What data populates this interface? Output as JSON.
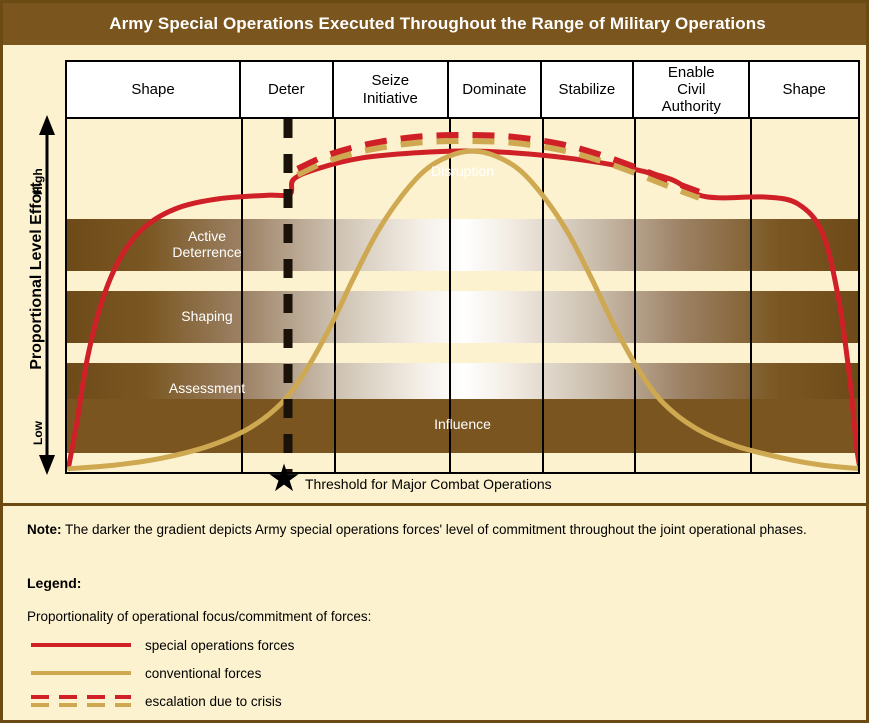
{
  "title": "Army Special Operations Executed Throughout the Range of Military Operations",
  "axis": {
    "y_title": "Proportional Level Effort",
    "y_high": "High",
    "y_low": "Low"
  },
  "threshold": {
    "star_glyph": "★",
    "caption": "Threshold for Major Combat Operations"
  },
  "note": {
    "label": "Note:",
    "text": " The darker the gradient depicts Army special operations forces' level of commitment throughout the joint operational phases."
  },
  "legend": {
    "heading": "Legend:",
    "subtitle": "Proportionality of operational focus/commitment of forces:",
    "items": [
      {
        "label": "special operations forces",
        "style": "solid-red",
        "color": "#cf2027"
      },
      {
        "label": "conventional forces",
        "style": "solid-tan",
        "color": "#cfa951"
      },
      {
        "label": "escalation due to crisis",
        "style": "dashed-red-tan",
        "color": "#cf2027"
      }
    ]
  },
  "colors": {
    "title_bar": "#7a551d",
    "page_bg": "#fdf2cf",
    "band_dark": "#7a5520",
    "sof_line": "#cf2027",
    "conventional_line": "#cfa951",
    "threshold_line": "#1a1208",
    "frame": "#6b4a14"
  },
  "chart_data": {
    "type": "line",
    "title": "Army Special Operations Executed Throughout the Range of Military Operations",
    "xlabel": "",
    "ylabel": "Proportional Level Effort",
    "ylim": [
      0,
      100
    ],
    "grid": false,
    "legend_position": "below-plot",
    "categories": [
      "Shape",
      "Deter",
      "Seize Initiative",
      "Dominate",
      "Stabilize",
      "Enable Civil Authority",
      "Shape"
    ],
    "category_bounds_pct": [
      [
        0.0,
        22.0
      ],
      [
        22.0,
        33.7
      ],
      [
        33.7,
        48.3
      ],
      [
        48.3,
        60.0
      ],
      [
        60.0,
        71.7
      ],
      [
        71.7,
        86.4
      ],
      [
        86.4,
        100.0
      ]
    ],
    "bands": [
      {
        "name": "Disruption",
        "label_shown": true,
        "gradient": "light-edges-dark-center",
        "y_pct": [
          10.5,
          25.0
        ]
      },
      {
        "name": "Active Deterrence",
        "label_shown": true,
        "gradient": "dark-edges-light-center",
        "y_pct": [
          31.0,
          45.5
        ]
      },
      {
        "name": "Shaping",
        "label_shown": true,
        "gradient": "dark-edges-light-center",
        "y_pct": [
          51.5,
          66.0
        ]
      },
      {
        "name": "Assessment",
        "label_shown": true,
        "gradient": "dark-edges-light-center",
        "y_pct": [
          72.0,
          86.5
        ]
      },
      {
        "name": "Influence",
        "label_shown": true,
        "gradient": "solid-dark",
        "y_pct": [
          78.0,
          93.0
        ]
      }
    ],
    "series": [
      {
        "name": "special operations forces",
        "color": "#cf2027",
        "style": "solid",
        "points_pct": [
          [
            0.2,
            2.0
          ],
          [
            1.2,
            14.0
          ],
          [
            2.6,
            33.0
          ],
          [
            4.6,
            50.0
          ],
          [
            7.0,
            62.0
          ],
          [
            10.0,
            70.0
          ],
          [
            14.0,
            75.0
          ],
          [
            19.0,
            77.5
          ],
          [
            25.0,
            78.5
          ],
          [
            28.0,
            78.8
          ],
          [
            28.5,
            83.0
          ],
          [
            31.5,
            86.0
          ],
          [
            37.0,
            89.0
          ],
          [
            44.0,
            90.5
          ],
          [
            50.0,
            91.0
          ],
          [
            56.0,
            90.5
          ],
          [
            63.0,
            89.0
          ],
          [
            70.0,
            86.5
          ],
          [
            76.0,
            83.0
          ],
          [
            79.0,
            79.0
          ],
          [
            82.0,
            77.8
          ],
          [
            88.0,
            78.0
          ],
          [
            92.0,
            76.0
          ],
          [
            95.0,
            68.0
          ],
          [
            97.0,
            50.0
          ],
          [
            98.4,
            28.0
          ],
          [
            99.3,
            8.0
          ],
          [
            99.8,
            1.0
          ]
        ]
      },
      {
        "name": "conventional forces",
        "color": "#cfa951",
        "style": "solid",
        "points_pct": [
          [
            0.3,
            1.5
          ],
          [
            6.0,
            2.5
          ],
          [
            12.0,
            4.5
          ],
          [
            18.0,
            8.0
          ],
          [
            23.0,
            13.0
          ],
          [
            27.0,
            20.0
          ],
          [
            30.0,
            29.0
          ],
          [
            33.0,
            41.0
          ],
          [
            36.0,
            55.0
          ],
          [
            39.0,
            68.0
          ],
          [
            42.0,
            78.0
          ],
          [
            45.0,
            85.5
          ],
          [
            48.0,
            89.5
          ],
          [
            51.0,
            91.0
          ],
          [
            54.0,
            89.5
          ],
          [
            57.0,
            85.5
          ],
          [
            60.0,
            78.0
          ],
          [
            63.0,
            68.0
          ],
          [
            66.0,
            55.0
          ],
          [
            69.0,
            41.0
          ],
          [
            72.0,
            29.0
          ],
          [
            75.0,
            20.0
          ],
          [
            79.0,
            13.0
          ],
          [
            84.0,
            8.0
          ],
          [
            90.0,
            4.5
          ],
          [
            95.0,
            2.5
          ],
          [
            99.7,
            1.5
          ]
        ]
      },
      {
        "name": "escalation due to crisis",
        "color": "#cf2027",
        "style": "dashed",
        "points_pct": [
          [
            29.0,
            86.0
          ],
          [
            33.0,
            90.0
          ],
          [
            38.0,
            93.0
          ],
          [
            44.0,
            95.0
          ],
          [
            50.0,
            95.5
          ],
          [
            56.0,
            95.0
          ],
          [
            62.0,
            93.0
          ],
          [
            67.0,
            90.0
          ],
          [
            72.0,
            86.0
          ],
          [
            76.5,
            82.0
          ],
          [
            79.5,
            79.5
          ]
        ]
      }
    ],
    "annotations": [
      {
        "text": "Threshold for Major Combat Operations",
        "type": "vertical-dashed-line",
        "x_pct": 27.8,
        "marker": "star"
      }
    ]
  }
}
